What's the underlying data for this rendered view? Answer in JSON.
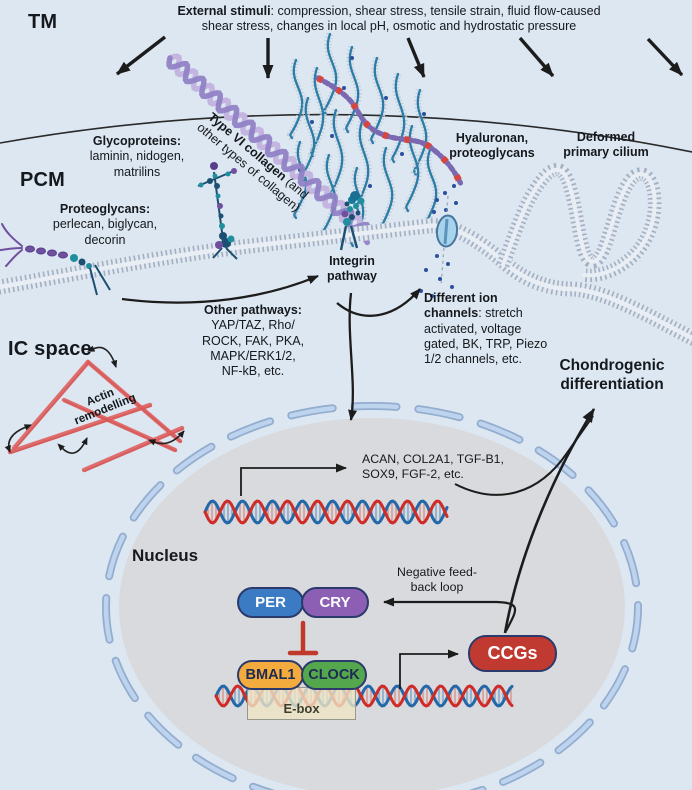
{
  "regions": {
    "tm": "TM",
    "pcm": "PCM",
    "ic_space": "IC space",
    "nucleus": "Nucleus"
  },
  "external_stimuli": {
    "bold": "External stimuli",
    "line1_rest": ": compression, shear stress, tensile strain, fluid flow-caused",
    "line2": "shear stress, changes in local pH, osmotic and hydrostatic pressure"
  },
  "ecm_labels": {
    "glycoproteins": {
      "heading": "Glycoproteins:",
      "lines": [
        "laminin, nidogen,",
        "matrilins"
      ]
    },
    "proteoglycans": {
      "heading": "Proteoglycans:",
      "lines": [
        "perlecan, biglycan,",
        "decorin"
      ]
    },
    "collagen": {
      "bold": "Type VI collagen",
      "rest": " (and",
      "line2": "other types of collagen)"
    },
    "hyaluronan": {
      "lines": [
        "Hyaluronan,",
        "proteoglycans"
      ]
    },
    "cilium": {
      "lines": [
        "Deformed",
        "primary cilium"
      ]
    }
  },
  "pathways": {
    "integrin": {
      "lines": [
        "Integrin",
        "pathway"
      ]
    },
    "other": {
      "heading": "Other pathways:",
      "lines": [
        "YAP/TAZ, Rho/",
        "ROCK, FAK, PKA,",
        "MAPK/ERK1/2,",
        "NF-kB, etc."
      ]
    },
    "ion_channels": {
      "bold1": "Different ion",
      "bold2": "channels",
      "rest": ": stretch",
      "lines": [
        "activated, voltage",
        "gated, BK, TRP, Piezo",
        "1/2 channels, etc."
      ]
    },
    "actin": {
      "lines": [
        "Actin",
        "remodelling"
      ]
    }
  },
  "outcome": {
    "lines": [
      "Chondrogenic",
      "differentiation"
    ]
  },
  "nucleus_content": {
    "genes": {
      "lines": [
        "ACAN, COL2A1, TGF-B1,",
        "SOX9, FGF-2, etc."
      ]
    },
    "feedback": {
      "lines": [
        "Negative feed-",
        "back loop"
      ]
    },
    "ebox": "E-box",
    "nodes": {
      "per": {
        "label": "PER",
        "color": "#3a7bc4",
        "text_color": "#ffffff"
      },
      "cry": {
        "label": "CRY",
        "color": "#8c5fb5",
        "text_color": "#ffffff"
      },
      "bmal1": {
        "label": "BMAL1",
        "color": "#f3ab3d",
        "text_color": "#1d2a52"
      },
      "clock": {
        "label": "CLOCK",
        "color": "#55a74e",
        "text_color": "#1d2a52"
      },
      "ccgs": {
        "label": "CCGs",
        "color": "#c13a32",
        "text_color": "#ffffff"
      }
    }
  },
  "palette": {
    "background": "#dce7f1",
    "nucleus_fill": "#d9dade",
    "nuclear_envelope": "#a9c2e1",
    "membrane": "#a2b2c6",
    "dna_red": "#cf2b27",
    "dna_blue": "#2368a8",
    "actin": "#e06060",
    "collagen": "#8f80c4",
    "hyaluronan": "#2b7ca6",
    "arrow": "#1c1c1c",
    "inhibition_red": "#c0392b",
    "ebox_fill": "#ede5c4"
  }
}
